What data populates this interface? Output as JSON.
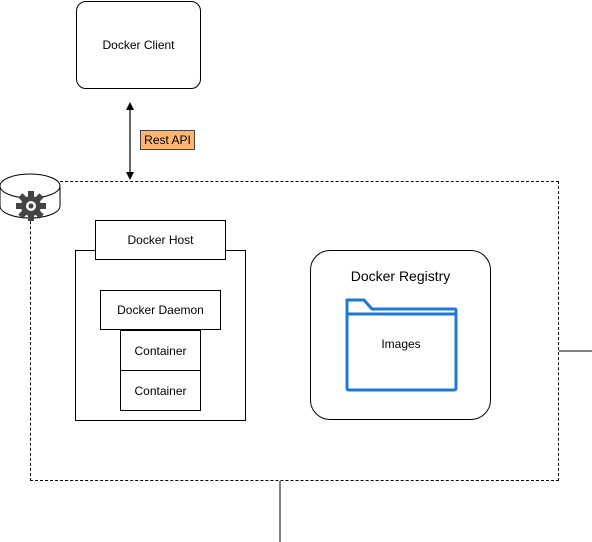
{
  "diagram": {
    "client": {
      "label": "Docker Client"
    },
    "connection": {
      "label": "Rest API"
    },
    "host": {
      "label": "Docker Host",
      "daemon": {
        "label": "Docker Daemon"
      },
      "containers": [
        {
          "label": "Container"
        },
        {
          "label": "Container"
        }
      ]
    },
    "registry": {
      "label": "Docker Registry",
      "storage": {
        "label": "Images"
      }
    }
  },
  "colors": {
    "api_label_fill": "#ffb570",
    "folder_stroke": "#1f78d1",
    "server_icon": "#444444"
  },
  "icons": {
    "server": "server-gear-icon",
    "folder": "folder-icon"
  }
}
